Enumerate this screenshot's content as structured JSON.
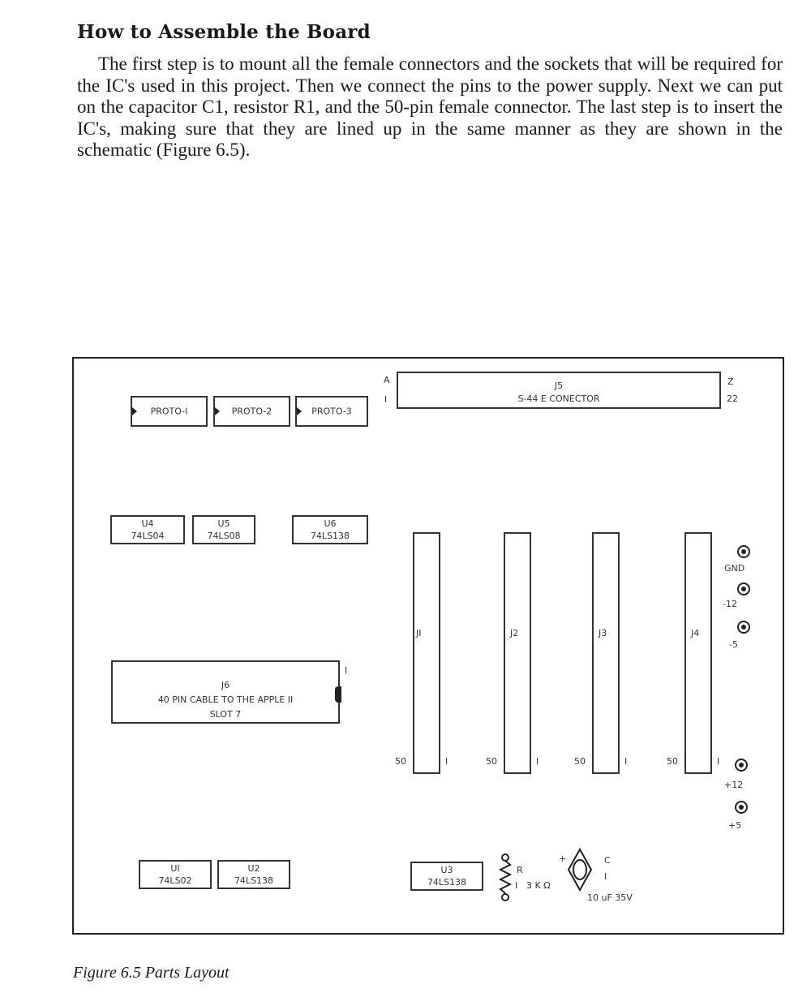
{
  "heading": "How to Assemble the Board",
  "paragraph": "The first step is to mount all the female connectors and the sockets that will be required for the IC's used in this project. Then we connect the pins to the power supply. Next we can put on the capacitor C1, resistor R1, and the 50-pin female connector. The last step is to insert the IC's, making sure that they are lined up in the same manner as they are shown in the schematic (Figure 6.5).",
  "caption": "Figure 6.5 Parts Layout",
  "layout": {
    "protos": [
      "PROTO-I",
      "PROTO-2",
      "PROTO-3"
    ],
    "ics_top": [
      {
        "ref": "U4",
        "part": "74LS04"
      },
      {
        "ref": "U5",
        "part": "74LS08"
      },
      {
        "ref": "U6",
        "part": "74LS138"
      }
    ],
    "ics_bottom": [
      {
        "ref": "UI",
        "part": "74LS02"
      },
      {
        "ref": "U2",
        "part": "74LS138"
      },
      {
        "ref": "U3",
        "part": "74LS138"
      }
    ],
    "j5": {
      "ref": "J5",
      "name": "S-44 E CONECTOR",
      "pin_a": "A",
      "pin_1": "I",
      "pin_z": "Z",
      "pin_22": "22"
    },
    "j6": {
      "ref": "J6",
      "line1": "40 PIN CABLE TO THE APPLE II",
      "line2": "SLOT 7",
      "pin1": "I"
    },
    "slots": [
      "JI",
      "J2",
      "J3",
      "J4"
    ],
    "slot_pin_50": "50",
    "slot_pin_1": "I",
    "terminals": [
      "GND",
      "-12",
      "-5",
      "+12",
      "+5"
    ],
    "resistor": {
      "ref": "R",
      "index": "I",
      "value": "3 K Ω"
    },
    "capacitor": {
      "ref": "C",
      "index": "I",
      "value": "10 uF 35V",
      "polarity": "+"
    }
  }
}
